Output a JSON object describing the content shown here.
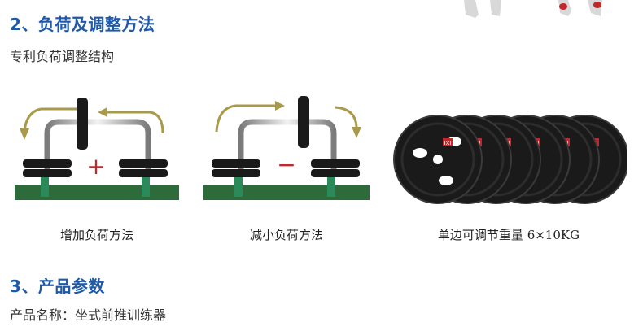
{
  "section2": {
    "title": "2、负荷及调整方法",
    "subtitle": "专利负荷调整结构"
  },
  "illustrations": [
    {
      "caption": "增加负荷方法",
      "symbol": "+",
      "symbol_color": "#c0282d"
    },
    {
      "caption": "减小负荷方法",
      "symbol": "−",
      "symbol_color": "#c0282d"
    },
    {
      "caption": "单边可调节重量 6×10KG",
      "plate_label": "IXI"
    }
  ],
  "section3": {
    "title": "3、产品参数",
    "param_label": "产品名称：",
    "param_value": "坐式前推训练器"
  },
  "colors": {
    "heading": "#1f5aa8",
    "platform": "#2e6b3a",
    "arrow": "#a89a4a",
    "plate": "#1a1a1a",
    "logo_red": "#c0282d"
  }
}
